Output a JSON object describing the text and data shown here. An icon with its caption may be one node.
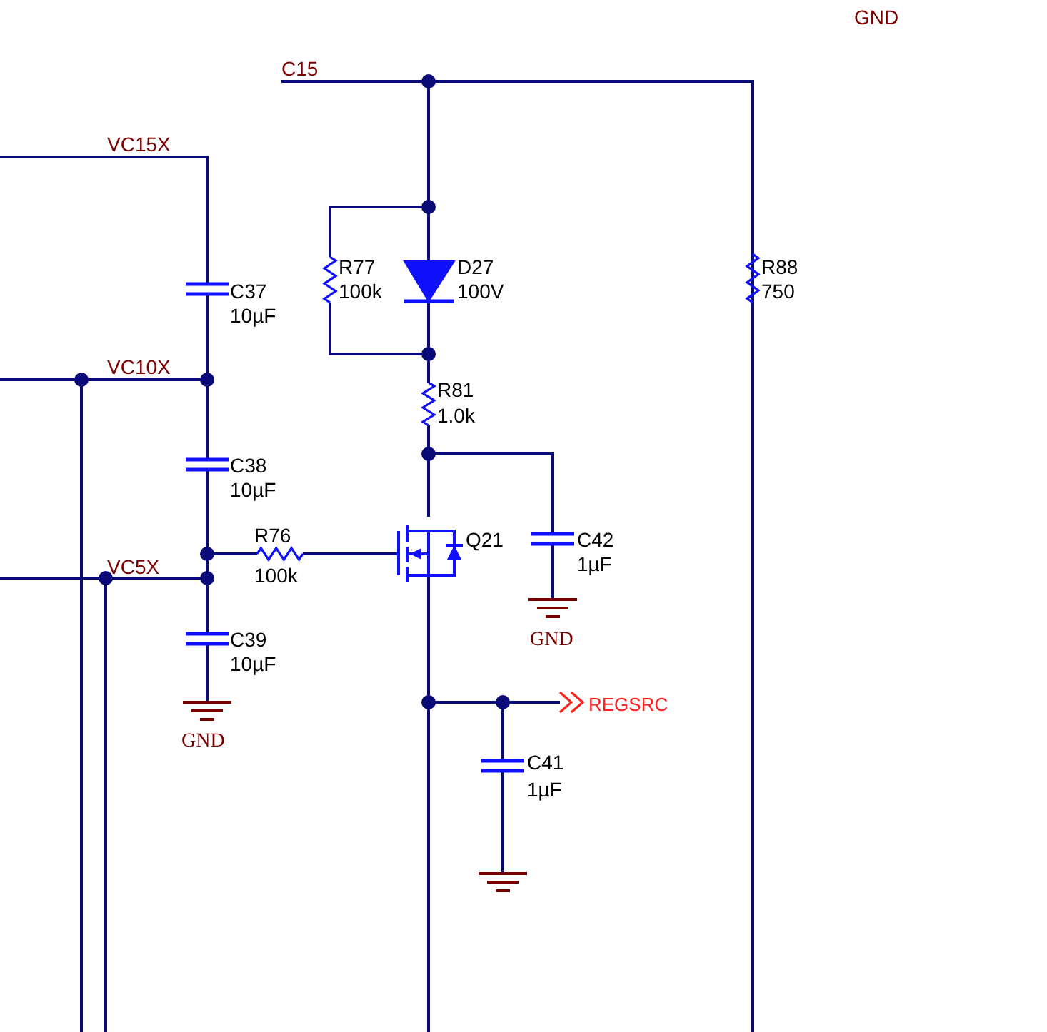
{
  "diagram": {
    "labels": [
      "GND",
      "C15",
      "VC15X",
      "C37",
      "10µF",
      "R77",
      "100k",
      "D27",
      "100V",
      "R88",
      "750",
      "VC10X",
      "R81",
      "1.0k",
      "C38",
      "10µF",
      "R76",
      "100k",
      "Q21",
      "C42",
      "1µF",
      "VC5X",
      "GND",
      "C39",
      "10µF",
      "REGSRC",
      "GND",
      "C41",
      "1µF"
    ]
  }
}
